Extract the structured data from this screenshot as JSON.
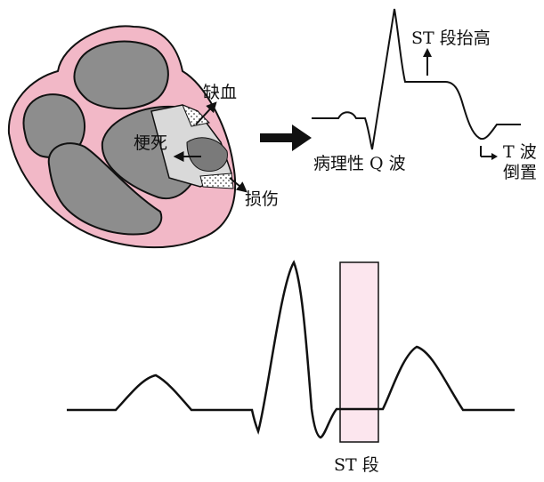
{
  "labels": {
    "ischemia": "缺血",
    "infarction": "梗死",
    "injury": "损伤",
    "st_elevation": "ST 段抬高",
    "pathologic_q": "病理性 Q 波",
    "t_wave_line1": "T 波",
    "t_wave_line2": "倒置",
    "st_segment": "ST 段"
  },
  "icons": {
    "big_arrow": "arrow-right-icon",
    "up_arrow": "arrow-up-icon",
    "elbow_arrow": "arrow-elbow-right-icon"
  },
  "colors": {
    "heart_wall": "#f2b8c7",
    "chamber_fill": "#8d8d8d",
    "infarct_fill": "#d9d9d9",
    "infarct_core": "#7a7a7a",
    "st_band": "#fce6ee",
    "stroke": "#111111"
  }
}
